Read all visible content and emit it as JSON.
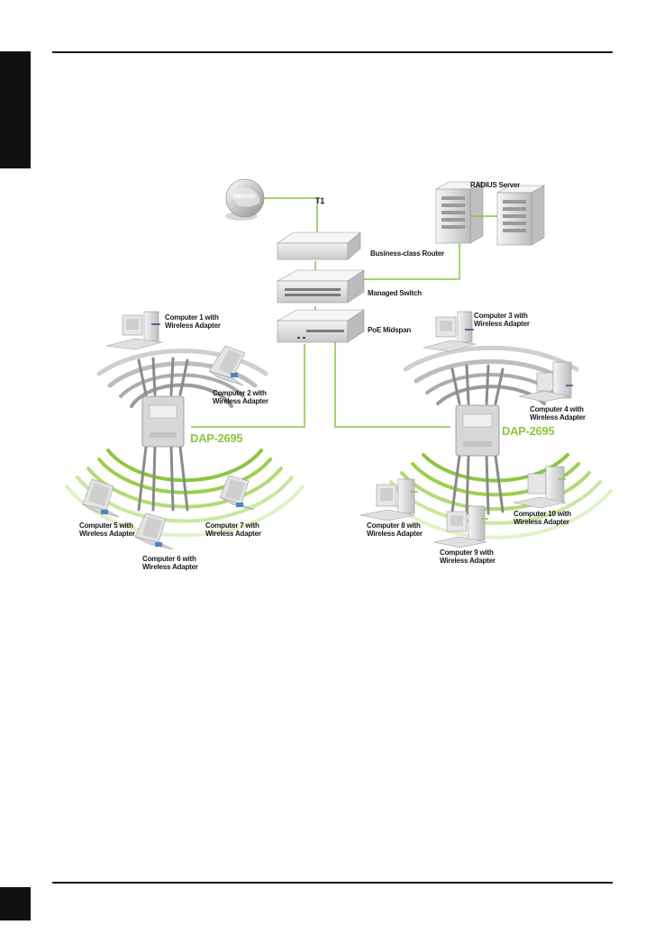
{
  "labels": {
    "internet": "Internet",
    "t1": "T1",
    "radius": "RADIUS Server",
    "router": "Business-class Router",
    "switch": "Managed Switch",
    "midspan": "PoE Midspan",
    "model_left": "DAP-2695",
    "model_right": "DAP-2695",
    "computers": [
      {
        "line1": "Computer 1 with",
        "line2": "Wireless Adapter"
      },
      {
        "line1": "Computer 2 with",
        "line2": "Wireless Adapter"
      },
      {
        "line1": "Computer 3 with",
        "line2": "Wireless Adapter"
      },
      {
        "line1": "Computer 4 with",
        "line2": "Wireless Adapter"
      },
      {
        "line1": "Computer 5 with",
        "line2": "Wireless Adapter"
      },
      {
        "line1": "Computer 6 with",
        "line2": "Wireless Adapter"
      },
      {
        "line1": "Computer 7 with",
        "line2": "Wireless Adapter"
      },
      {
        "line1": "Computer 8 with",
        "line2": "Wireless Adapter"
      },
      {
        "line1": "Computer 9 with",
        "line2": "Wireless Adapter"
      },
      {
        "line1": "Computer 10 with",
        "line2": "Wireless Adapter"
      }
    ]
  },
  "colors": {
    "cable": "#8cc63f",
    "signal_near": "#8cc63f",
    "signal_far": "#b7b7b7",
    "device": "#e4e4e4",
    "accent": "#5b2d82"
  }
}
